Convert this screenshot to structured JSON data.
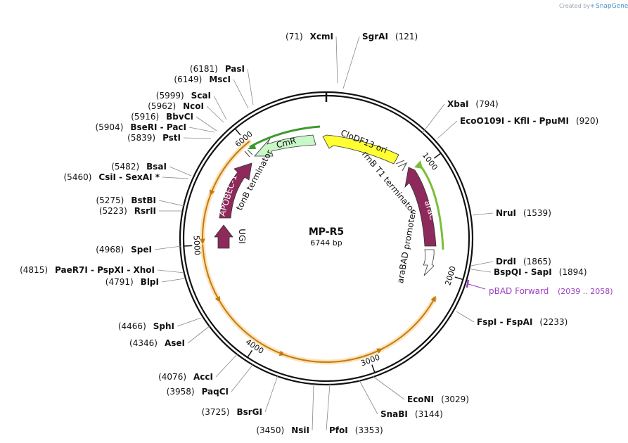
{
  "credit": {
    "prefix": "Created by",
    "brand": "SnapGene"
  },
  "map": {
    "title": "MP-R5",
    "subtitle": "6744 bp"
  },
  "ticks": [
    {
      "label": "1000"
    },
    {
      "label": "2000"
    },
    {
      "label": "3000"
    },
    {
      "label": "4000"
    },
    {
      "label": "5000"
    },
    {
      "label": "6000"
    }
  ],
  "sites": [
    {
      "pos": "(71)",
      "name": "XcmI"
    },
    {
      "name": "SgrAI",
      "pos": "(121)"
    },
    {
      "name": "XbaI",
      "pos": "(794)"
    },
    {
      "name": "EcoO109I  - KflI  - PpuMI",
      "pos": "(920)"
    },
    {
      "name": "NruI",
      "pos": "(1539)"
    },
    {
      "name": "DrdI",
      "pos": "(1865)"
    },
    {
      "name": "BspQI  - SapI",
      "pos": "(1894)"
    },
    {
      "name": "FspI  - FspAI",
      "pos": "(2233)"
    },
    {
      "name": "EcoNI",
      "pos": "(3029)"
    },
    {
      "name": "SnaBI",
      "pos": "(3144)"
    },
    {
      "name": "PfoI",
      "pos": "(3353)"
    },
    {
      "pos": "(3450)",
      "name": "NsiI"
    },
    {
      "pos": "(3725)",
      "name": "BsrGI"
    },
    {
      "pos": "(3958)",
      "name": "PaqCI"
    },
    {
      "pos": "(4076)",
      "name": "AccI"
    },
    {
      "pos": "(4346)",
      "name": "AseI"
    },
    {
      "pos": "(4466)",
      "name": "SphI"
    },
    {
      "pos": "(4791)",
      "name": "BlpI"
    },
    {
      "pos": "(4815)",
      "name": "PaeR7I  - PspXI  - XhoI"
    },
    {
      "pos": "(4968)",
      "name": "SpeI"
    },
    {
      "pos": "(5223)",
      "name": "RsrII"
    },
    {
      "pos": "(5275)",
      "name": "BstBI"
    },
    {
      "pos": "(5460)",
      "name": "CsiI  - SexAI *"
    },
    {
      "pos": "(5482)",
      "name": "BsaI"
    },
    {
      "pos": "(5839)",
      "name": "PstI"
    },
    {
      "pos": "(5904)",
      "name": "BseRI  - PacI"
    },
    {
      "pos": "(5916)",
      "name": "BbvCI"
    },
    {
      "pos": "(5962)",
      "name": "NcoI"
    },
    {
      "pos": "(5999)",
      "name": "ScaI"
    },
    {
      "pos": "(6149)",
      "name": "MscI"
    },
    {
      "pos": "(6181)",
      "name": "PasI"
    }
  ],
  "features": [
    {
      "label": "CloDF13 ori"
    },
    {
      "label": "CmR"
    },
    {
      "label": "rrnB T1 terminator"
    },
    {
      "label": "tonB terminator"
    },
    {
      "label": "araC"
    },
    {
      "label": "araBAD promoter"
    },
    {
      "label": "APOBEC-1"
    },
    {
      "label": "UGI"
    }
  ],
  "primer": {
    "name": "pBAD Forward",
    "range": "(2039 .. 2058)"
  },
  "colors": {
    "backbone": "#111111",
    "orf": "#e0a94a",
    "orf_glow": "#fbe3b6",
    "cds": "#8e2a5b",
    "ori": "#ffff33",
    "marker": "#c8f7c8",
    "marker_arc": "#3d9a2e",
    "arac_arc": "#7bbf3a",
    "primer": "#9b3ec2",
    "credit": "#9aa6b2"
  }
}
